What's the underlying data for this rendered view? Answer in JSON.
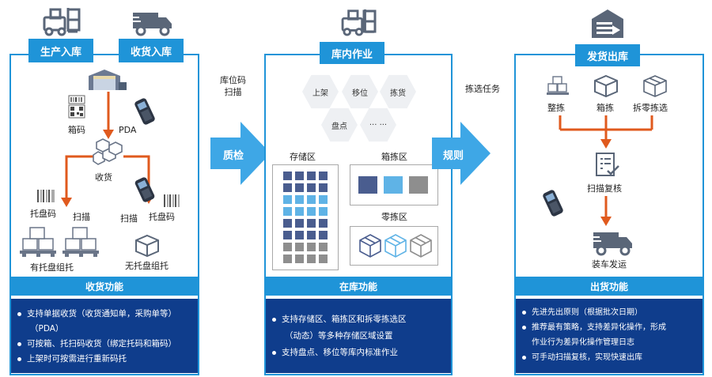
{
  "panels": {
    "inbound": {
      "tab_production": "生产入库",
      "tab_receiving": "收货入库",
      "labels": {
        "box_code": "箱码",
        "pda": "PDA",
        "receive": "收货",
        "pallet_code_left": "托盘码",
        "scan_left": "扫描",
        "scan_right": "扫描",
        "pallet_code_right": "托盘码",
        "with_pallet": "有托盘组托",
        "no_pallet": "无托盘组托"
      },
      "function_title": "收货功能",
      "bullets": [
        "支持单据收货（收货通知单，采购单等）",
        "（PDA）",
        "可按箱、托扫码收货（绑定托码和箱码）",
        "上架时可按需进行重新码托"
      ]
    },
    "storage": {
      "tab": "库内作业",
      "hex_labels": [
        "上架",
        "移位",
        "拣货",
        "盘点",
        "··· ···"
      ],
      "storage_zone": "存储区",
      "box_pick_zone": "箱拣区",
      "loose_pick_zone": "零拣区",
      "function_title": "在库功能",
      "bullets": [
        "支持存储区、箱拣区和拆零拣选区",
        "（动态）等多种存储区域设置",
        "支持盘点、移位等库内标准作业"
      ]
    },
    "outbound": {
      "tab": "发货出库",
      "labels": {
        "whole_pick": "整拣",
        "box_pick": "箱拣",
        "split_pick": "拆零拣选",
        "scan_review": "扫描复核",
        "load_ship": "装车发运"
      },
      "function_title": "出货功能",
      "bullets": [
        "先进先出原则（根据批次日期）",
        "推荐最有策略，支持差异化操作，形成",
        "作业行为差异化操作管理日志",
        "可手动扫描复核，实现快速出库"
      ]
    }
  },
  "connectors": {
    "location_scan_line1": "库位码",
    "location_scan_line2": "扫描",
    "quality_check": "质检",
    "pick_task": "拣选任务",
    "rules": "规则"
  },
  "colors": {
    "accent": "#1f94d8",
    "navy": "#0f3d8c",
    "orange": "#e05a1e",
    "icon_dark": "#5a6678",
    "storage_dark": "#4a5d8f",
    "storage_light": "#5fb3e6",
    "storage_gray": "#8e8e8e"
  }
}
